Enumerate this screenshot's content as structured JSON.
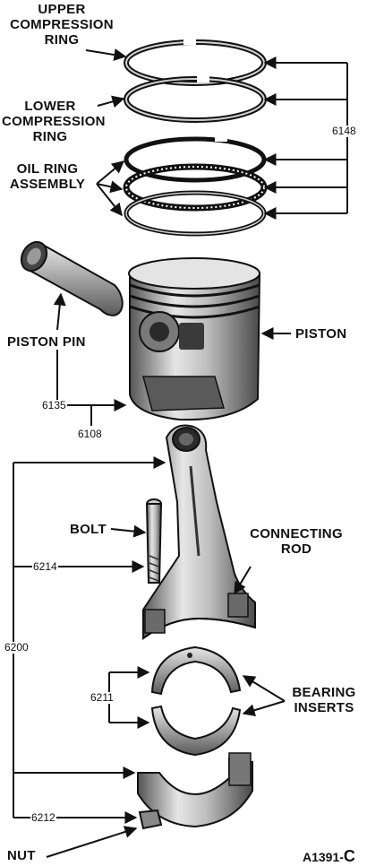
{
  "labels": {
    "upper_compression_ring": [
      "UPPER",
      "COMPRESSION",
      "RING"
    ],
    "lower_compression_ring": [
      "LOWER",
      "COMPRESSION",
      "RING"
    ],
    "oil_ring_assembly": [
      "OIL RING",
      "ASSEMBLY"
    ],
    "piston_pin": "PISTON PIN",
    "piston": "PISTON",
    "bolt": "BOLT",
    "connecting_rod": [
      "CONNECTING",
      "ROD"
    ],
    "bearing_inserts": [
      "BEARING",
      "INSERTS"
    ],
    "nut": "NUT"
  },
  "part_numbers": {
    "rings": "6148",
    "piston_pin": "6135",
    "piston": "6108",
    "bolt": "6214",
    "rod_assembly": "6200",
    "bearing": "6211",
    "nut": "6212"
  },
  "figure_id": {
    "prefix": "A1391-",
    "suffix": "C"
  },
  "colors": {
    "ink": "#111111",
    "metal_light": "#d9d9d9",
    "metal_dark": "#555555",
    "background": "#ffffff"
  }
}
